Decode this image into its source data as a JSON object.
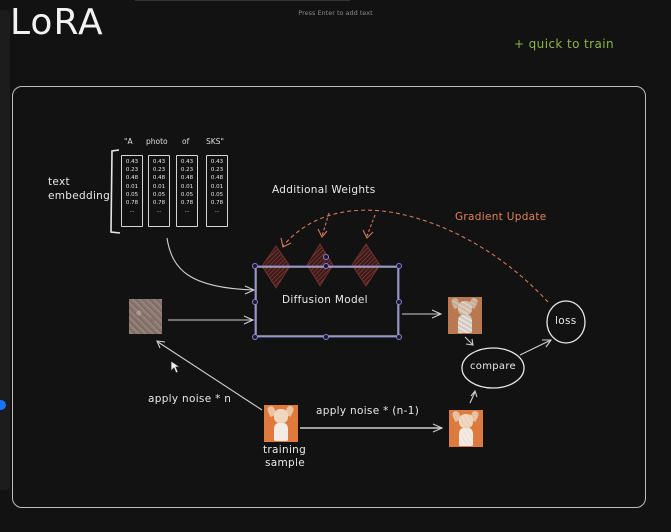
{
  "app": {
    "hint_text": "Press Enter to add text",
    "title": "LoRA",
    "subtitle": "+ quick to train"
  },
  "colors": {
    "background": "#121212",
    "frame_stroke": "#bdbdbd",
    "accent_green": "#8fb446",
    "gradient_orange": "#e0835a",
    "selection_purple": "#7b73c9",
    "weight_fill": "#5a2a28",
    "toolbar_dot": "#1a73ff"
  },
  "text_embedding": {
    "label_line1": "text",
    "label_line2": "embedding",
    "tokens": [
      "\"A",
      "photo",
      "of",
      "SKS\""
    ],
    "columns": [
      [
        "0.43",
        "0.23",
        "0.48",
        "0.01",
        "0.05",
        "0.78",
        "..."
      ],
      [
        "0.43",
        "0.23",
        "0.48",
        "0.01",
        "0.05",
        "0.78",
        "..."
      ],
      [
        "0.43",
        "0.23",
        "0.48",
        "0.01",
        "0.05",
        "0.78",
        "..."
      ],
      [
        "0.43",
        "0.23",
        "0.48",
        "0.01",
        "0.05",
        "0.78",
        "..."
      ]
    ]
  },
  "diagram": {
    "additional_weights_label": "Additional Weights",
    "gradient_update_label": "Gradient Update",
    "model_label": "Diffusion Model",
    "compare_label": "compare",
    "loss_label": "loss",
    "apply_noise_n_label": "apply noise * n",
    "apply_noise_n1_label": "apply noise * (n-1)",
    "training_sample_line1": "training",
    "training_sample_line2": "sample"
  }
}
